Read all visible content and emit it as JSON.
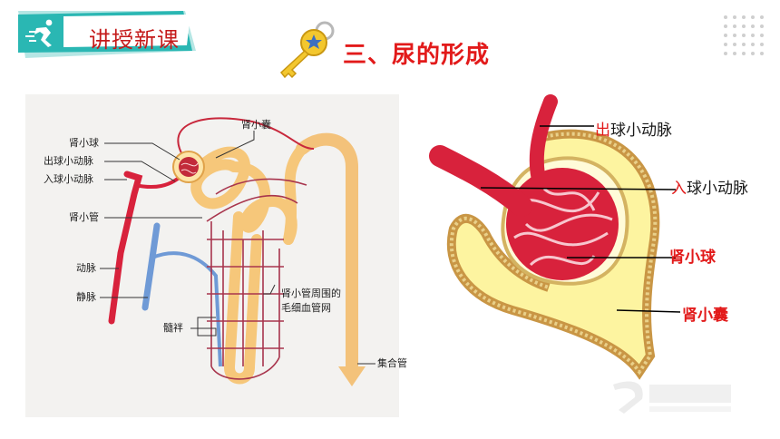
{
  "header": {
    "banner_title": "讲授新课",
    "section_title": "三、尿的形成"
  },
  "colors": {
    "banner_teal": "#2ab7b3",
    "title_red": "#e21a1a",
    "artery_red": "#d8223c",
    "vein_blue": "#6f9ad6",
    "tubule_orange": "#f6c77a",
    "capsule_yellow": "#fdf4a0"
  },
  "left_diagram": {
    "labels": {
      "glomerulus": "肾小球",
      "efferent": "出球小动脉",
      "afferent": "入球小动脉",
      "tubule": "肾小管",
      "artery": "动脉",
      "vein": "静脉",
      "capsule": "肾小囊",
      "capillary_line1": "肾小管周围的",
      "capillary_line2": "毛细血管网",
      "loop": "髓袢",
      "collecting_duct": "集合管"
    }
  },
  "right_diagram": {
    "efferent_first": "出",
    "efferent_rest": "球小动脉",
    "afferent_first": "入",
    "afferent_rest": "球小动脉",
    "glomerulus": "肾小球",
    "capsule": "肾小囊"
  }
}
